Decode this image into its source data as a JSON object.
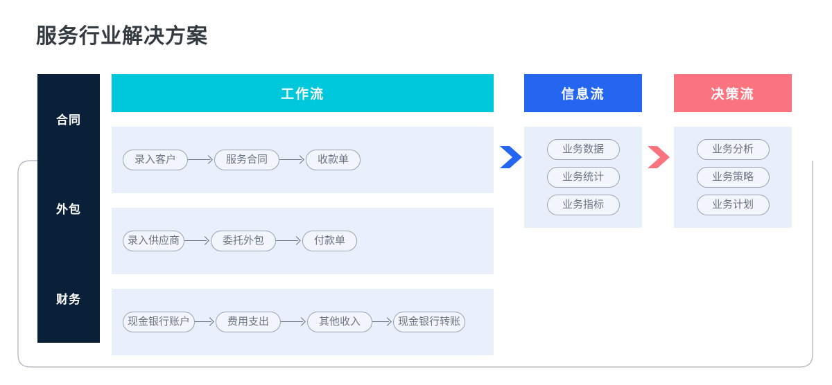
{
  "page": {
    "title": "服务行业解决方案"
  },
  "colors": {
    "workflow_header": "#00C8DC",
    "info_header": "#2566F0",
    "decision_header": "#FA7480",
    "sidebar": "#0a2038",
    "row_panel": "#EAF0FB",
    "pill_border": "#9aa2b1",
    "pill_text": "#6c7480",
    "blue_chevron": "#2566F0",
    "pink_chevron": "#FA7480",
    "loop_line": "#aab0ba"
  },
  "sidebar": {
    "items": [
      {
        "label": "合同"
      },
      {
        "label": "外包"
      },
      {
        "label": "财务"
      }
    ]
  },
  "workflow": {
    "header": "工作流",
    "rows": [
      {
        "name": "合同",
        "steps": [
          "录入客户",
          "服务合同",
          "收款单"
        ]
      },
      {
        "name": "外包",
        "steps": [
          "录入供应商",
          "委托外包",
          "付款单"
        ]
      },
      {
        "name": "财务",
        "steps": [
          "现金银行账户",
          "费用支出",
          "其他收入",
          "现金银行转账"
        ]
      }
    ]
  },
  "info_flow": {
    "header": "信息流",
    "items": [
      "业务数据",
      "业务统计",
      "业务指标"
    ]
  },
  "decision_flow": {
    "header": "决策流",
    "items": [
      "业务分析",
      "业务策略",
      "业务计划"
    ]
  },
  "connectors": {
    "workflow_to_info": "chevron-right-blue",
    "info_to_decision": "chevron-right-pink",
    "feedback_loop": "loop-arrow-back-to-contract"
  }
}
